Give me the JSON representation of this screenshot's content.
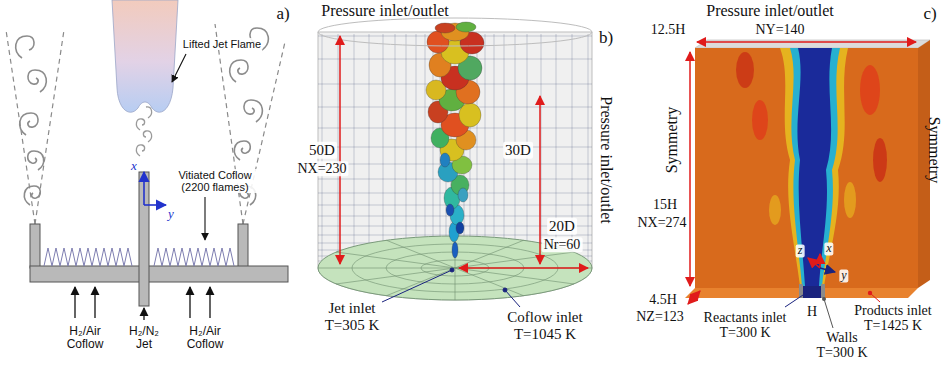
{
  "diagram": {
    "labels": [
      "a)",
      "Lifted Jet Flame",
      "x",
      "y",
      "Vitiated Coflow (2200 flames)",
      "H₂/Air Coflow",
      "H₂/N₂ Jet",
      "H₂/Air Coflow",
      "Pressure inlet/outlet",
      "b)",
      "Pressure inlet/outlet",
      "50D",
      "NX=230",
      "30D",
      "20D",
      "Nr=60",
      "Jet inlet T=305 K",
      "Coflow inlet T=1045 K",
      "Pressure inlet/outlet",
      "c)",
      "12.5H",
      "NY=140",
      "Symmetry",
      "Symmetry",
      "15H",
      "NX=274",
      "4.5H",
      "NZ=123",
      "z",
      "x",
      "y",
      "Reactants inlet T=300 K",
      "H",
      "Walls T=300 K",
      "Products inlet T=1425 K"
    ]
  }
}
